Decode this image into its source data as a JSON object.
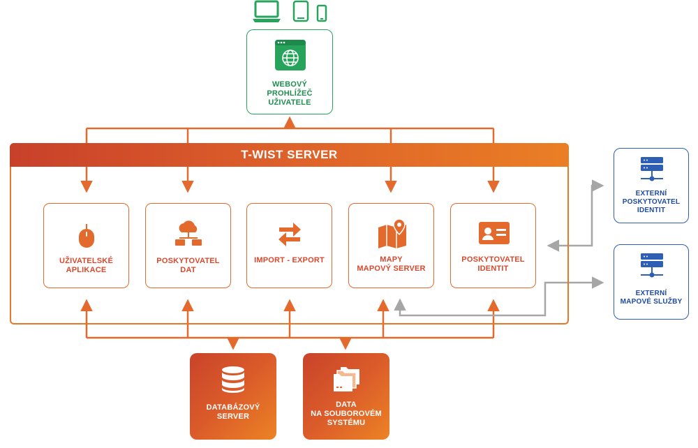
{
  "colors": {
    "accent_orange": "#e36a2c",
    "brand_green": "#27a35c",
    "external_blue": "#2f5fb4",
    "connector_gray": "#a6a6a6"
  },
  "devices": [
    "laptop-icon",
    "tablet-icon",
    "phone-icon"
  ],
  "browser": {
    "label": "WEBOVÝ\nPROHLÍŽEČ\nUŽIVATELE",
    "icon": "globe-window-icon"
  },
  "server": {
    "title": "T-WIST SERVER"
  },
  "modules": [
    {
      "label": "UŽIVATELSKÉ\nAPLIKACE",
      "icon": "mouse-icon"
    },
    {
      "label": "POSKYTOVATEL\nDAT",
      "icon": "cloud-network-icon"
    },
    {
      "label": "IMPORT - EXPORT",
      "icon": "swap-arrows-icon"
    },
    {
      "label": "MAPY\nMAPOVÝ SERVER",
      "icon": "map-pin-icon"
    },
    {
      "label": "POSKYTOVATEL\nIDENTIT",
      "icon": "id-card-icon"
    }
  ],
  "external": [
    {
      "label": "EXTERNÍ\nPOSKYTOVATEL\nIDENTIT",
      "icon": "server-network-icon"
    },
    {
      "label": "EXTERNÍ\nMAPOVÉ SLUŽBY",
      "icon": "server-network-icon"
    }
  ],
  "storage": [
    {
      "label": "DATABÁZOVÝ\nSERVER",
      "icon": "database-icon"
    },
    {
      "label": "DATA\nNA SOUBOROVÉM\nSYSTÉMU",
      "icon": "folders-icon"
    }
  ]
}
